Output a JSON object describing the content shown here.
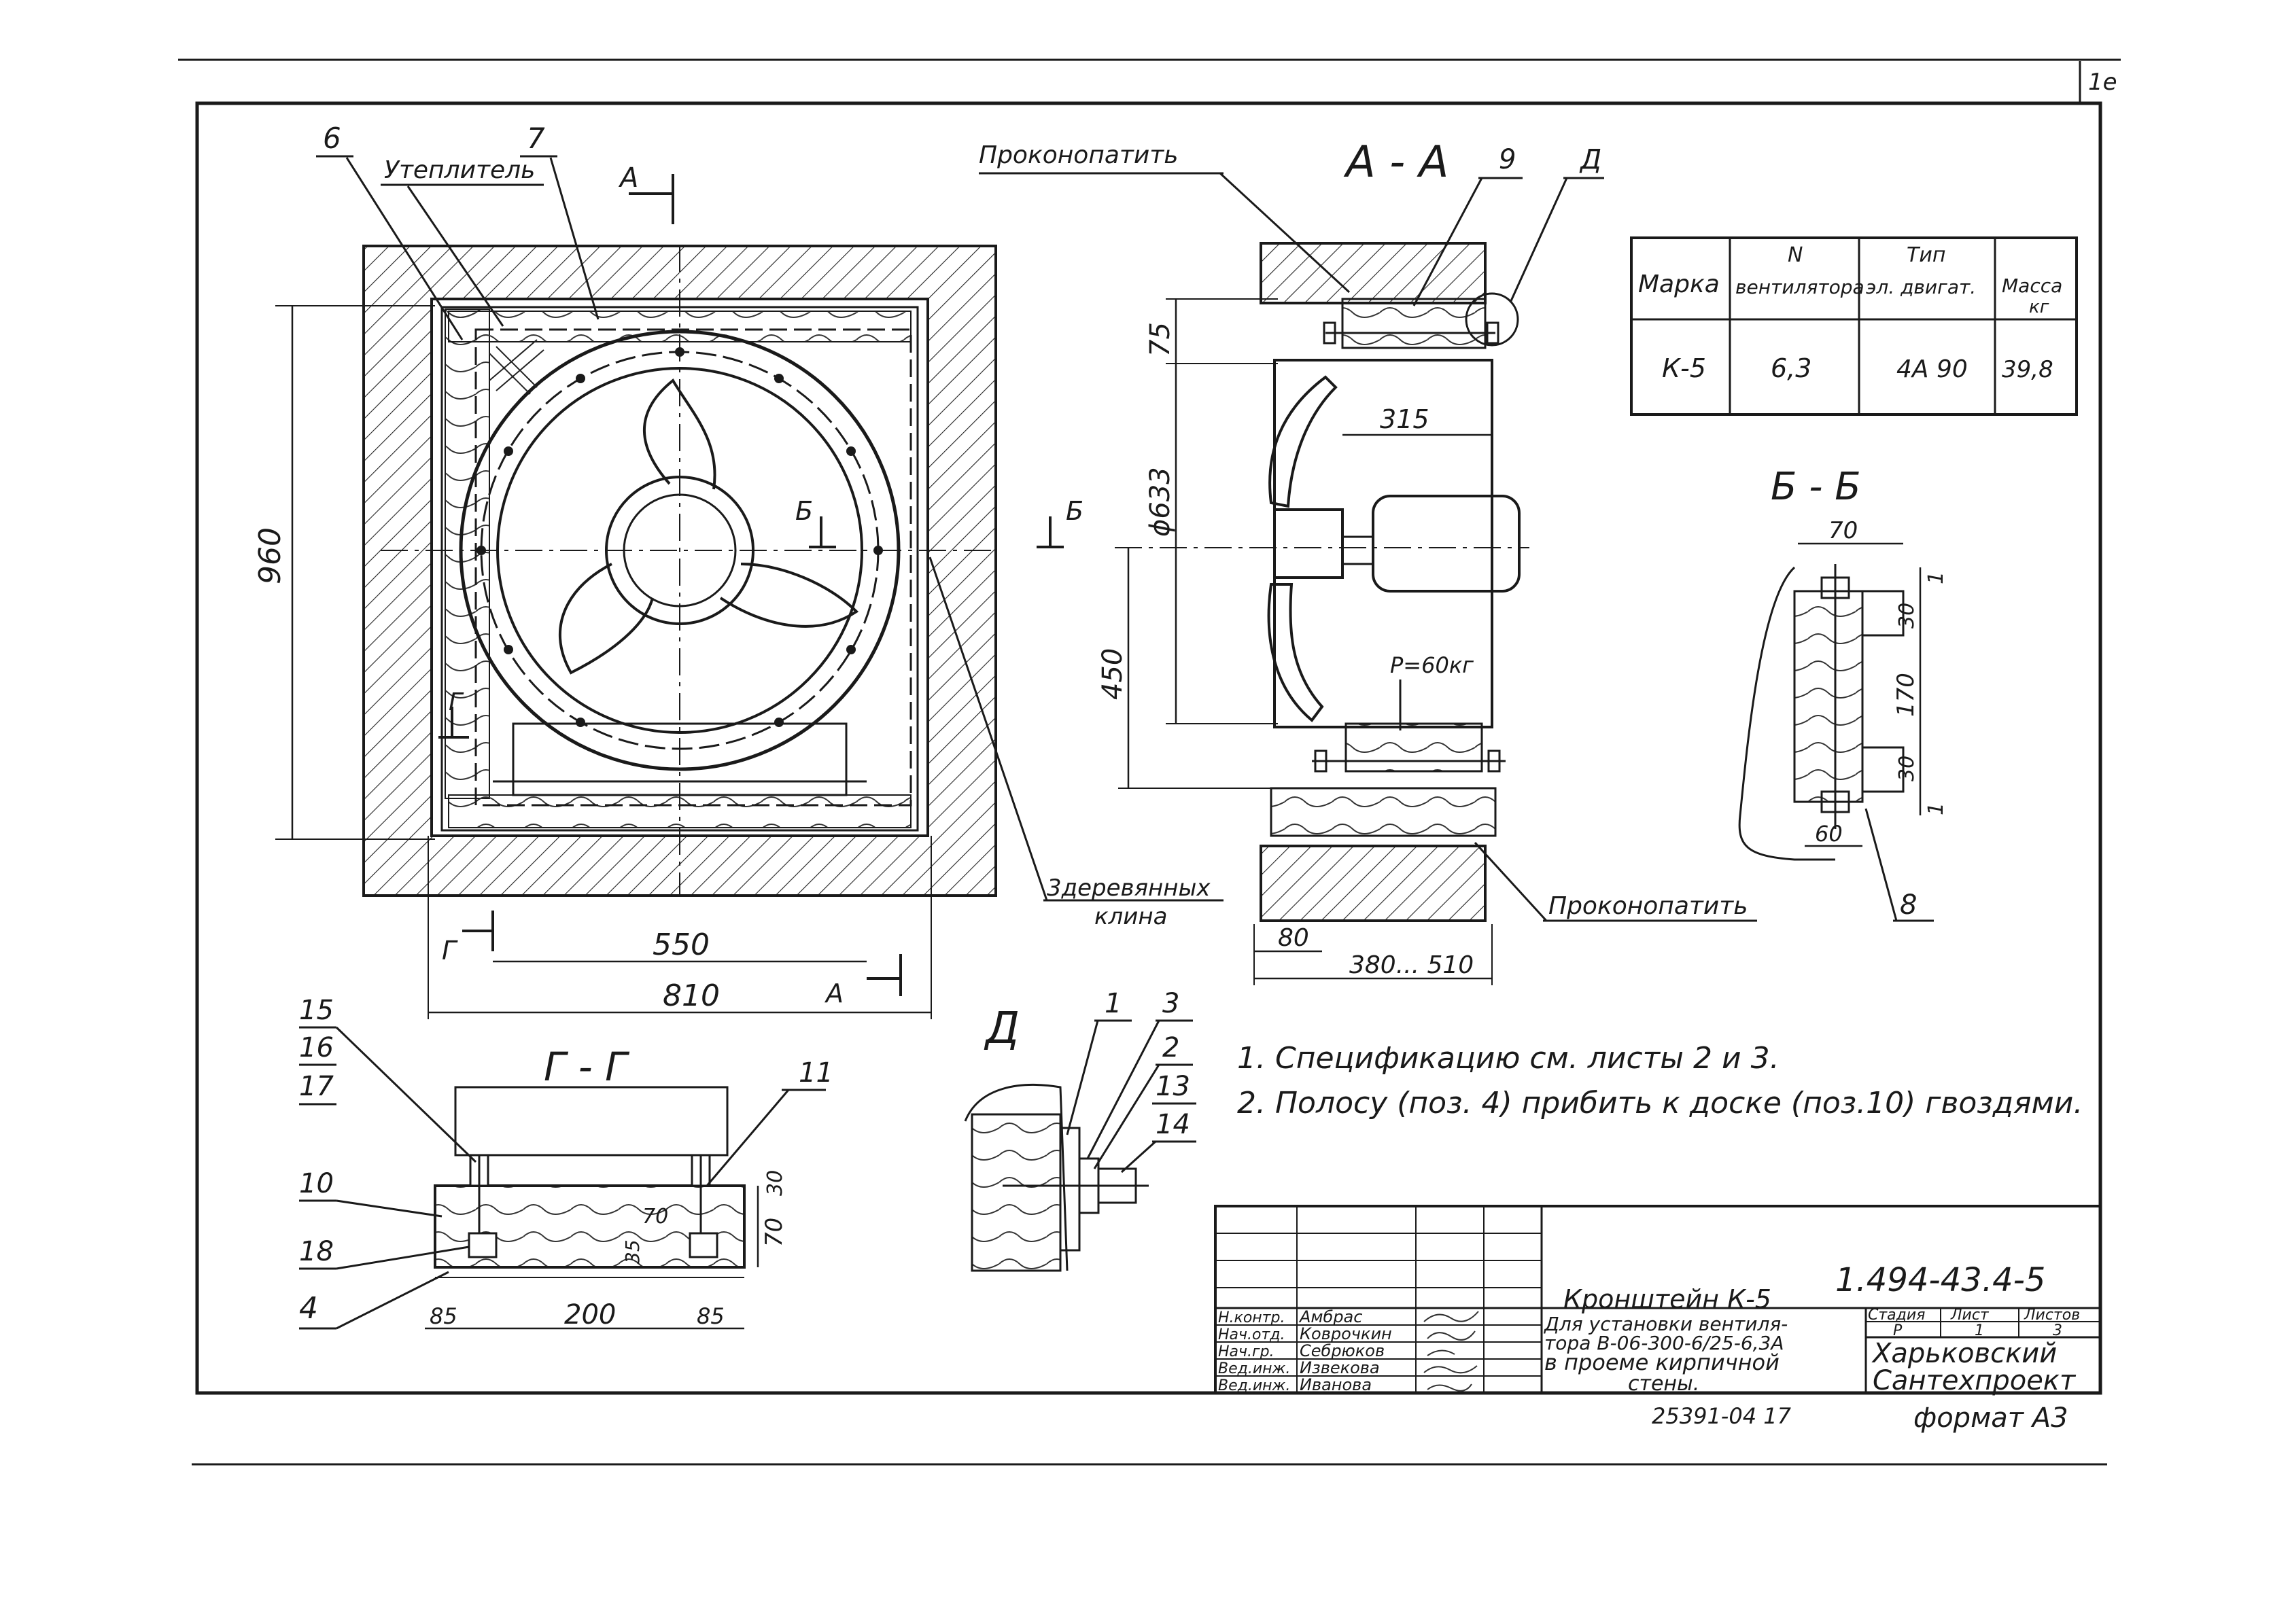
{
  "sheet": {
    "sheet_number_corner": "1е",
    "footer_code": "25391-04 17",
    "format": "формат А3"
  },
  "front_view": {
    "labels": {
      "insulation": "Утеплитель",
      "pos6": "6",
      "pos7": "7",
      "wooden_wedges_1": "3деревянных",
      "wooden_wedges_2": "клина",
      "cut_A": "А",
      "cut_A_bottom": "А",
      "cut_B_left": "Б",
      "cut_B_right": "Б",
      "cut_G": "Г",
      "cut_G_bottom": "Г"
    },
    "dims": {
      "height": "960",
      "width_inner": "550",
      "width_outer": "810"
    }
  },
  "section_AA": {
    "title": "А - А",
    "labels": {
      "caulk_top": "Проконопатить",
      "caulk_bottom": "Проконопатить",
      "pos9": "9",
      "node_D": "Д",
      "load": "P=60кг"
    },
    "dims": {
      "d75": "75",
      "diameter": "ϕ633",
      "d450": "450",
      "d315": "315",
      "d80": "80",
      "range": "380... 510"
    }
  },
  "section_BB": {
    "title": "Б - Б",
    "dims": {
      "d70": "70",
      "d1_top": "1",
      "d30_top": "30",
      "d170": "170",
      "d30_bot": "30",
      "d1_bot": "1",
      "d60": "60"
    },
    "labels": {
      "pos8": "8"
    }
  },
  "section_GG": {
    "title": "Г - Г",
    "positions": [
      "15",
      "16",
      "17",
      "10",
      "18",
      "4",
      "11"
    ],
    "dims": {
      "d30": "30",
      "d70_side": "70",
      "d70_inner": "70",
      "d35": "35",
      "d85_left": "85",
      "d200": "200",
      "d85_right": "85"
    }
  },
  "detail_D": {
    "title": "Д",
    "positions": [
      "1",
      "3",
      "2",
      "13",
      "14"
    ]
  },
  "spec_table": {
    "headers": {
      "mark": "Марка",
      "fan_n_1": "N",
      "fan_n_2": "вентилятора",
      "motor_1": "Тип",
      "motor_2": "эл. двигат.",
      "mass_1": "Масса",
      "mass_2": "кг"
    },
    "row": {
      "mark": "К-5",
      "fan": "6,3",
      "motor": "4А 90",
      "mass": "39,8"
    }
  },
  "notes": [
    "1. Спецификацию см. листы 2 и 3.",
    "2. Полосу (поз. 4) прибить к доске (поз.10) гвоздями."
  ],
  "title_block": {
    "doc_code": "1.494-43.4-5",
    "title_lines": [
      "Кронштейн К-5",
      "Для установки вентиля-",
      "тора В-06-300-6/25-6,3А",
      "в проеме кирпичной",
      "стены."
    ],
    "stage_header": "Стадия",
    "sheet_header": "Лист",
    "sheets_header": "Листов",
    "stage": "Р",
    "sheet": "1",
    "sheets": "3",
    "org_1": "Харьковский",
    "org_2": "Сантехпроект",
    "roles": [
      "Н.контр.",
      "Нач.отд.",
      "Нач.гр.",
      "Вед.инж.",
      "Вед.инж."
    ],
    "names": [
      "Амбрас",
      "Коврочкин",
      "Себрюков",
      "Извекова",
      "Иванова"
    ]
  }
}
